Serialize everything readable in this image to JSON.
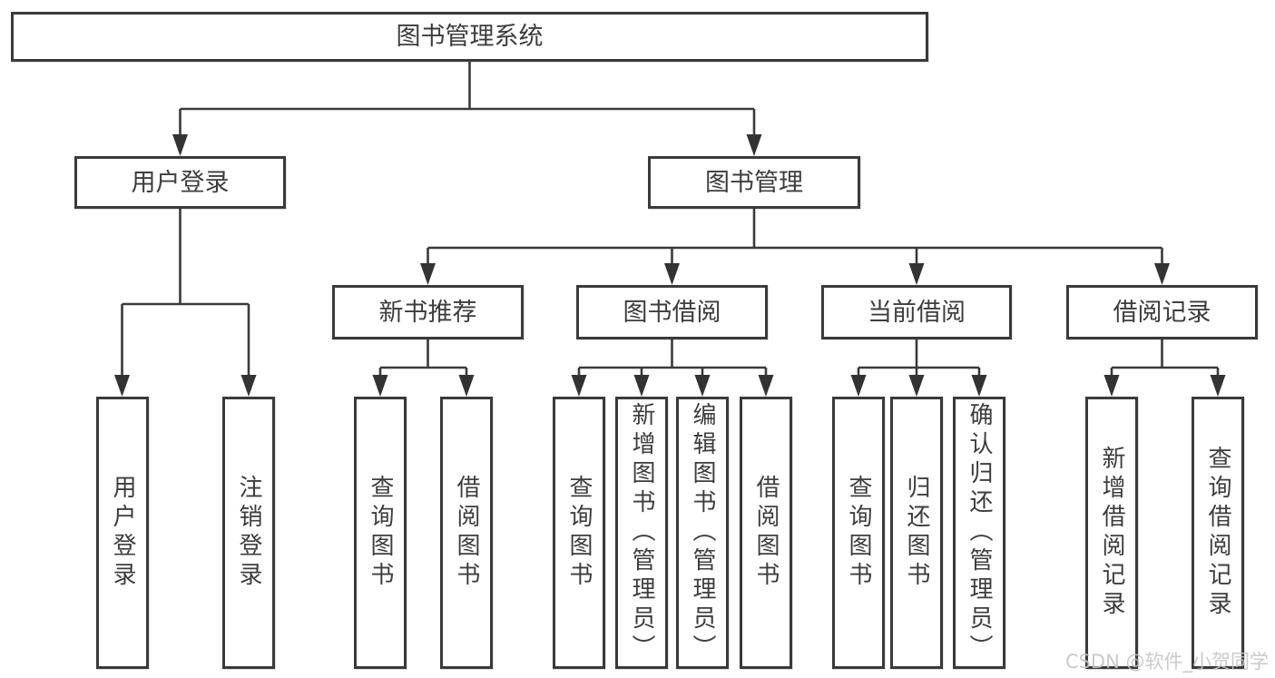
{
  "tree": {
    "label": "图书管理系统",
    "children": [
      {
        "label": "用户登录",
        "children": [
          {
            "label": "用户登录"
          },
          {
            "label": "注销登录"
          }
        ]
      },
      {
        "label": "图书管理",
        "children": [
          {
            "label": "新书推荐",
            "children": [
              {
                "label": "查询图书"
              },
              {
                "label": "借阅图书"
              }
            ]
          },
          {
            "label": "图书借阅",
            "children": [
              {
                "label": "查询图书"
              },
              {
                "label": "新增图书（管理员）"
              },
              {
                "label": "编辑图书（管理员）"
              },
              {
                "label": "借阅图书"
              }
            ]
          },
          {
            "label": "当前借阅",
            "children": [
              {
                "label": "查询图书"
              },
              {
                "label": "归还图书"
              },
              {
                "label": "确认归还（管理员）"
              }
            ]
          },
          {
            "label": "借阅记录",
            "children": [
              {
                "label": "新增借阅记录"
              },
              {
                "label": "查询借阅记录"
              }
            ]
          }
        ]
      }
    ]
  },
  "watermark": {
    "text": "CSDN @软件_小贺同学"
  },
  "colors": {
    "line": "#3a3a3a",
    "box_border": "#3a3a3a",
    "text": "#3d3d3d",
    "background": "#ffffff",
    "watermark": "#c5c5c5"
  }
}
